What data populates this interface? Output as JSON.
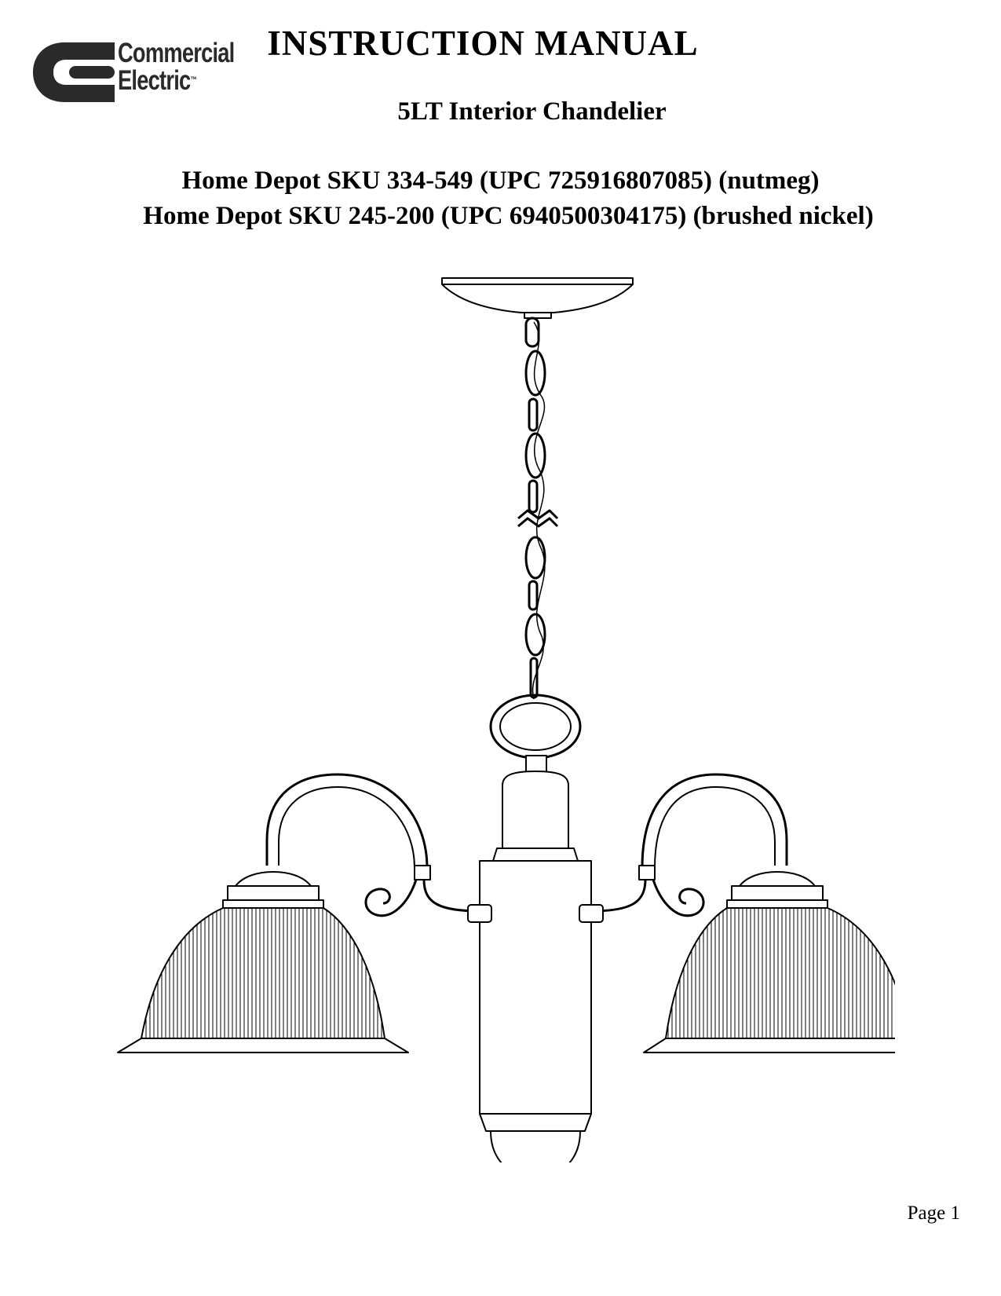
{
  "header": {
    "logo": {
      "line1": "Commercial",
      "line2": "Electric",
      "trademark": "™"
    },
    "title": "INSTRUCTION MANUAL",
    "subtitle": "5LT Interior Chandelier"
  },
  "products": [
    {
      "text": "Home Depot SKU 334-549 (UPC 725916807085) (nutmeg)"
    },
    {
      "text": "Home Depot SKU 245-200 (UPC 6940500304175) (brushed nickel)"
    }
  ],
  "figure": {
    "subject": "chandelier-illustration"
  },
  "footer": {
    "page": "Page 1"
  }
}
